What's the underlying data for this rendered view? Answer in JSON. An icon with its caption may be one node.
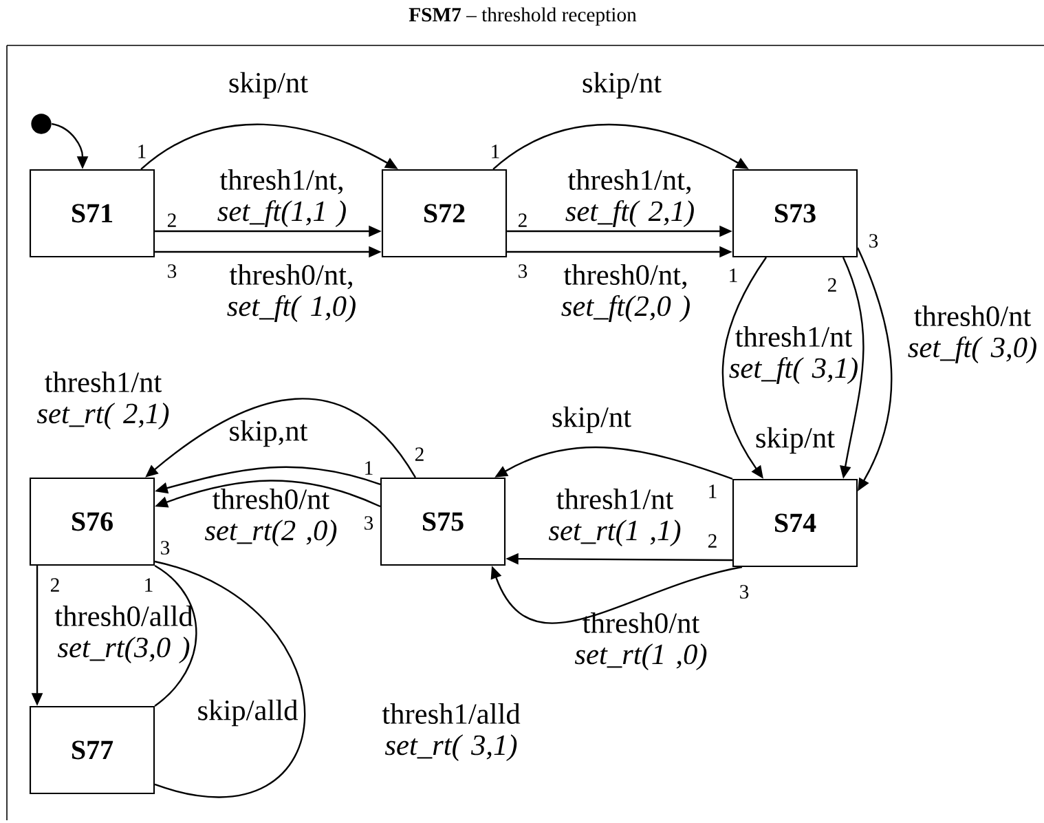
{
  "diagram": {
    "title": "**FSM7** – threshold reception",
    "nodes": [
      {
        "text": [],
        "shape": "circle"
      },
      {
        "text": [
          "S71"
        ]
      },
      {
        "text": [
          "S72"
        ]
      },
      {
        "text": [
          "S73"
        ]
      },
      {
        "text": [
          "S74"
        ]
      },
      {
        "text": [
          "S75"
        ]
      },
      {
        "text": [
          "S76"
        ]
      },
      {
        "text": [
          "S77"
        ]
      }
    ],
    "edges": [
      {
        "from": 0,
        "to": 1,
        "arrow": "to"
      },
      {
        "from": 1,
        "to": 2,
        "arrow": "to",
        "label": "skip/nt"
      },
      {
        "from": 1,
        "to": 2,
        "arrow": "to",
        "label": "thresh1/nt, *set_ft(1,1 )*"
      },
      {
        "from": 1,
        "to": 2,
        "arrow": "to",
        "label": "thresh0/nt, *set_ft( 1,0)*"
      },
      {
        "from": 2,
        "to": 3,
        "arrow": "to",
        "label": "skip/nt"
      },
      {
        "from": 2,
        "to": 3,
        "arrow": "to",
        "label": "thresh1/nt, *set_ft( 2,1)*"
      },
      {
        "from": 2,
        "to": 3,
        "arrow": "to",
        "label": "thresh0/nt, *set_ft(2,0 )*"
      },
      {
        "from": 3,
        "to": 4,
        "arrow": "to",
        "label": "thresh1/nt *set_ft( 3,1)*"
      },
      {
        "from": 3,
        "to": 4,
        "arrow": "to",
        "label": "skip/nt"
      },
      {
        "from": 3,
        "to": 4,
        "arrow": "to",
        "label": "thresh0/nt *set_ft( 3,0)*"
      },
      {
        "from": 4,
        "to": 5,
        "arrow": "to",
        "label": "skip/nt"
      },
      {
        "from": 4,
        "to": 5,
        "arrow": "to",
        "label": "thresh1/nt *set_rt(1 ,1)*"
      },
      {
        "from": 4,
        "to": 5,
        "arrow": "to",
        "label": "thresh0/nt *set_rt(1 ,0)*"
      },
      {
        "from": 5,
        "to": 6,
        "arrow": "to",
        "label": "thresh1/nt *set_rt( 2,1)*"
      },
      {
        "from": 5,
        "to": 6,
        "arrow": "to",
        "label": "skip,nt"
      },
      {
        "from": 5,
        "to": 6,
        "arrow": "to",
        "label": "thresh0/nt *set_rt(2 ,0)*"
      },
      {
        "from": 6,
        "to": 7,
        "arrow": "to",
        "label": "thresh0/alld *set_rt(3,0 )*"
      },
      {
        "from": 6,
        "to": 7,
        "arrow": "none",
        "label": "skip/alld"
      },
      {
        "from": 6,
        "to": 7,
        "arrow": "none",
        "label": "thresh1/alld *set_rt( 3,1)*"
      }
    ],
    "labels": [
      "1",
      "1",
      "2",
      "2",
      "3",
      "3",
      "3",
      "1",
      "2",
      "1",
      "2",
      "1",
      "3",
      "3",
      "2",
      "2",
      "1",
      "3"
    ]
  }
}
